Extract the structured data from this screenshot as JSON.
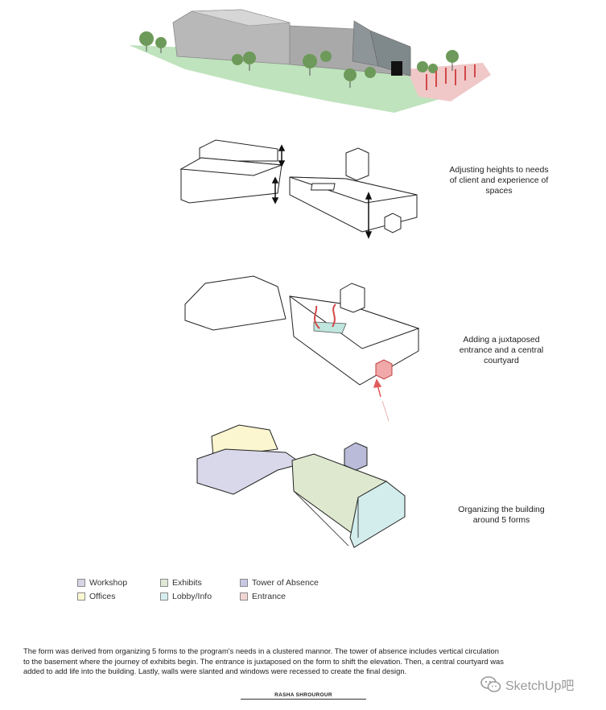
{
  "captions": {
    "step1": [
      "Adjusting heights to needs",
      "of client and experience of",
      "spaces"
    ],
    "step2": [
      "Adding a juxtaposed",
      "entrance and a central",
      "courtyard"
    ],
    "step3": [
      "Organizing the building",
      "around 5 forms"
    ]
  },
  "legend": [
    {
      "label": "Workshop",
      "color": "#d5d5e6"
    },
    {
      "label": "Exhibits",
      "color": "#dfe9d5"
    },
    {
      "label": "Tower of Absence",
      "color": "#c9c9e6"
    },
    {
      "label": "Offices",
      "color": "#fbf7d2"
    },
    {
      "label": "Lobby/Info",
      "color": "#d6eeee"
    },
    {
      "label": "Entrance",
      "color": "#f2d4d4"
    }
  ],
  "form_colors": {
    "workshop": "#d8d8ea",
    "offices": "#fbf6cf",
    "exhibits": "#dde8cf",
    "lobby": "#d3eded",
    "tower": "#b9bbd8",
    "entrance": "#e99a9a",
    "arrow": "#e05c5c",
    "grass": "#b9e2b9",
    "plaza": "#f2c2c2"
  },
  "description": [
    "The form was derived from organizing 5 forms to the program's needs in a clustered mannor. The tower of absence includes vertical circulation",
    "to the basement where the journey of exhibits begin. The entrance is juxtaposed on the form to shift the elevation. Then, a central courtyard was",
    "added to add life into the building. Lastly, walls were slanted and windows were recessed to create the final design."
  ],
  "signature": "RASHA SHROUROUR",
  "watermark": {
    "text": "SketchUp吧",
    "icon": "wechat-icon"
  }
}
